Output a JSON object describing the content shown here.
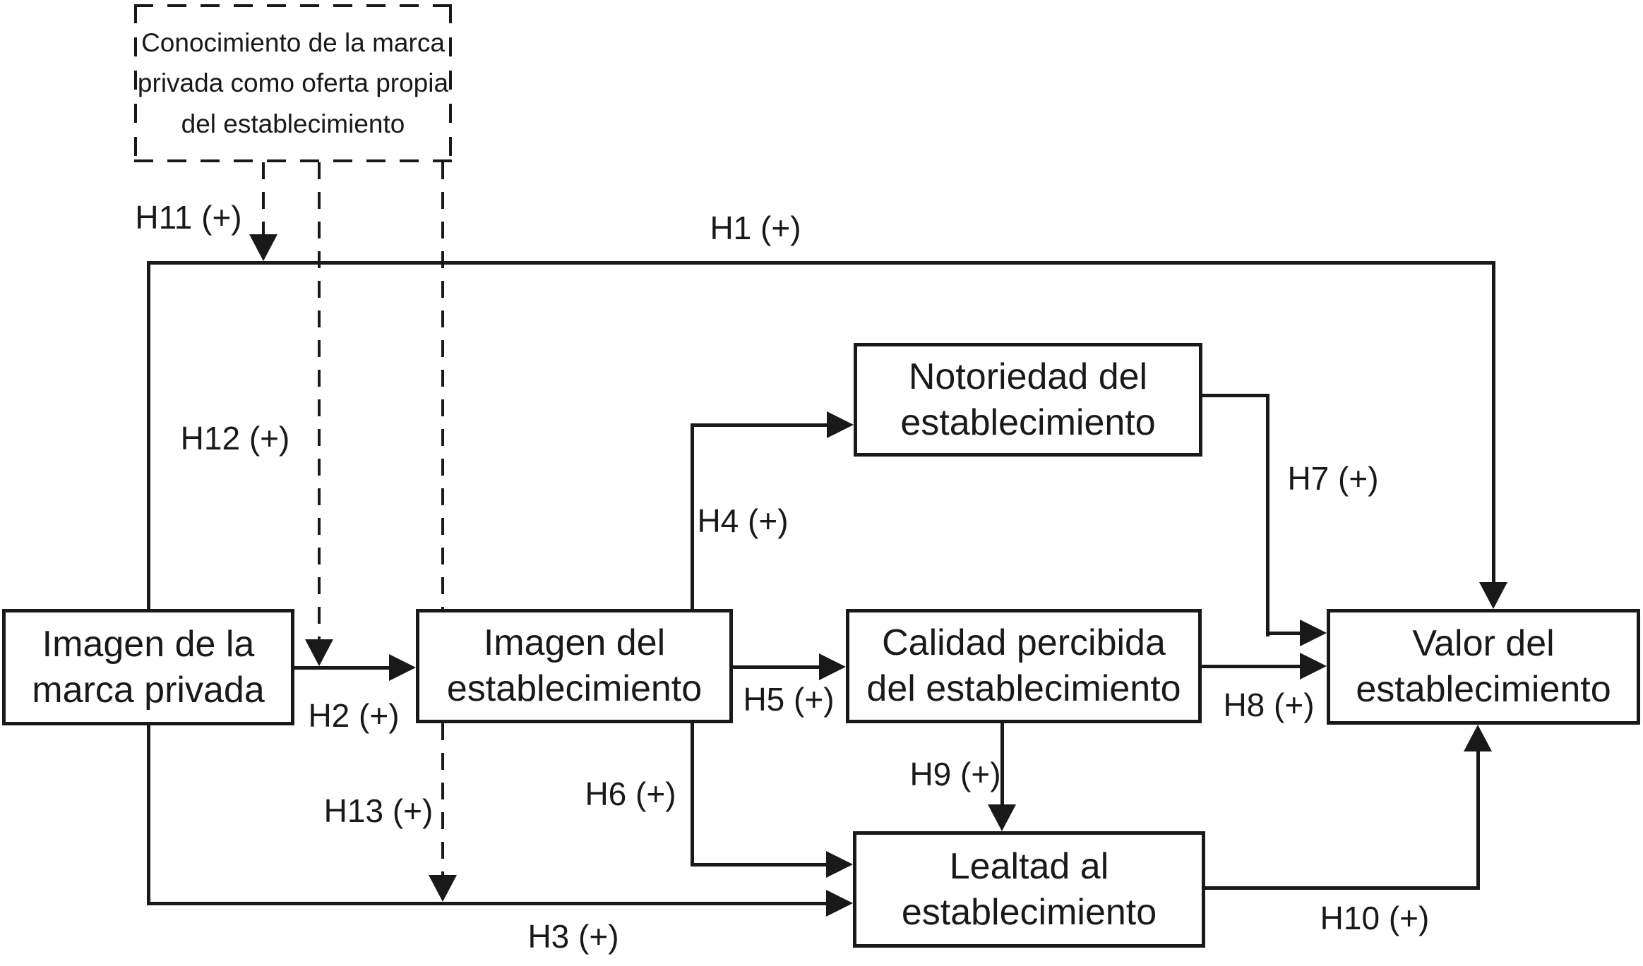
{
  "figure": {
    "type": "structural-model-diagram",
    "language": "es",
    "colors": {
      "ink": "#191919",
      "background": "#ffffff",
      "box_fill": "#ffffff"
    }
  },
  "nodes": {
    "conocimiento": {
      "label": "Conocimiento de la marca privada como oferta propia del establecimiento",
      "lines": [
        "Conocimiento de la marca",
        "privada como oferta propia",
        "del establecimiento"
      ],
      "border": "dashed"
    },
    "imagen_marca": {
      "label": "Imagen de la marca privada",
      "lines": [
        "Imagen de la",
        "marca privada"
      ],
      "border": "solid"
    },
    "imagen_estab": {
      "label": "Imagen del establecimiento",
      "lines": [
        "Imagen del",
        "establecimiento"
      ],
      "border": "solid"
    },
    "notoriedad": {
      "label": "Notoriedad del establecimiento",
      "lines": [
        "Notoriedad del",
        "establecimiento"
      ],
      "border": "solid"
    },
    "calidad": {
      "label": "Calidad percibida del establecimiento",
      "lines": [
        "Calidad percibida",
        "del establecimiento"
      ],
      "border": "solid"
    },
    "valor": {
      "label": "Valor del establecimiento",
      "lines": [
        "Valor del",
        "establecimiento"
      ],
      "border": "solid"
    },
    "lealtad": {
      "label": "Lealtad al establecimiento",
      "lines": [
        "Lealtad al",
        "establecimiento"
      ],
      "border": "solid"
    }
  },
  "hypotheses": {
    "h1": {
      "label": "H1 (+)",
      "from": "imagen_marca",
      "to": "valor",
      "style": "solid"
    },
    "h2": {
      "label": "H2 (+)",
      "from": "imagen_marca",
      "to": "imagen_estab",
      "style": "solid"
    },
    "h3": {
      "label": "H3 (+)",
      "from": "imagen_marca",
      "to": "lealtad",
      "style": "solid"
    },
    "h4": {
      "label": "H4 (+)",
      "from": "imagen_estab",
      "to": "notoriedad",
      "style": "solid"
    },
    "h5": {
      "label": "H5 (+)",
      "from": "imagen_estab",
      "to": "calidad",
      "style": "solid"
    },
    "h6": {
      "label": "H6 (+)",
      "from": "imagen_estab",
      "to": "lealtad",
      "style": "solid"
    },
    "h7": {
      "label": "H7 (+)",
      "from": "notoriedad",
      "to": "valor",
      "style": "solid"
    },
    "h8": {
      "label": "H8 (+)",
      "from": "calidad",
      "to": "valor",
      "style": "solid"
    },
    "h9": {
      "label": "H9 (+)",
      "from": "calidad",
      "to": "lealtad",
      "style": "solid"
    },
    "h10": {
      "label": "H10 (+)",
      "from": "lealtad",
      "to": "valor",
      "style": "solid"
    },
    "h11": {
      "label": "H11 (+)",
      "from": "conocimiento",
      "to": "relation-h1",
      "style": "dashed"
    },
    "h12": {
      "label": "H12 (+)",
      "from": "conocimiento",
      "to": "relation-h2",
      "style": "dashed"
    },
    "h13": {
      "label": "H13 (+)",
      "from": "conocimiento",
      "to": "relation-h3",
      "style": "dashed"
    }
  }
}
